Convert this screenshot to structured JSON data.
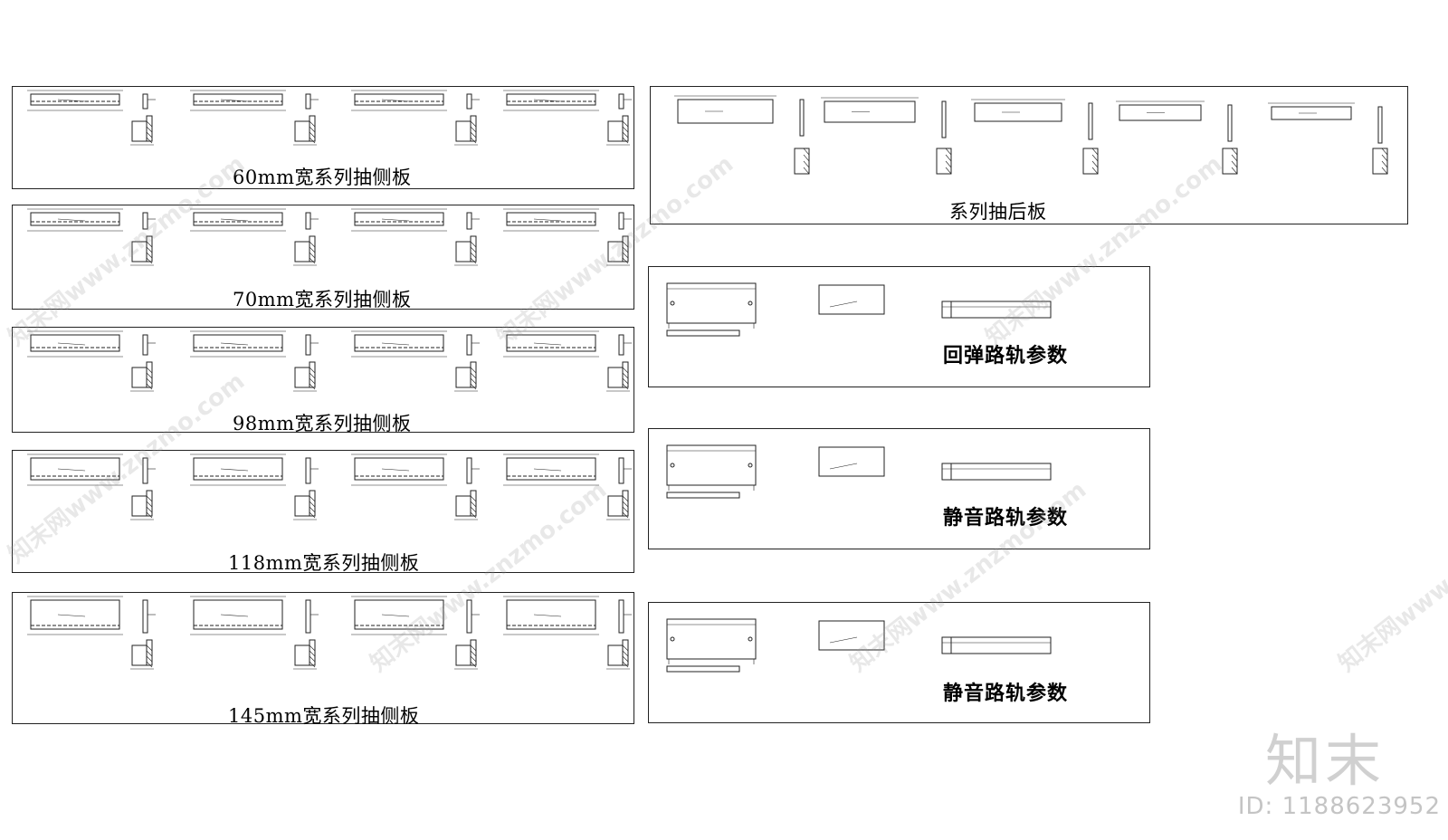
{
  "left_panels": [
    {
      "label": "60mm宽系列抽侧板"
    },
    {
      "label": "70mm宽系列抽侧板"
    },
    {
      "label": "98mm宽系列抽侧板"
    },
    {
      "label": "118mm宽系列抽侧板"
    },
    {
      "label": "145mm宽系列抽侧板"
    }
  ],
  "back_panel": {
    "label": "系列抽后板"
  },
  "rail_panels": [
    {
      "label": "回弹路轨参数"
    },
    {
      "label": "静音路轨参数"
    },
    {
      "label": "静音路轨参数"
    }
  ],
  "watermark_text": "知末网www.znzmo.com",
  "brand": {
    "logo": "知末",
    "id_text": "ID: 1188623952"
  },
  "colors": {
    "line": "#222222",
    "watermark": "#969696"
  }
}
